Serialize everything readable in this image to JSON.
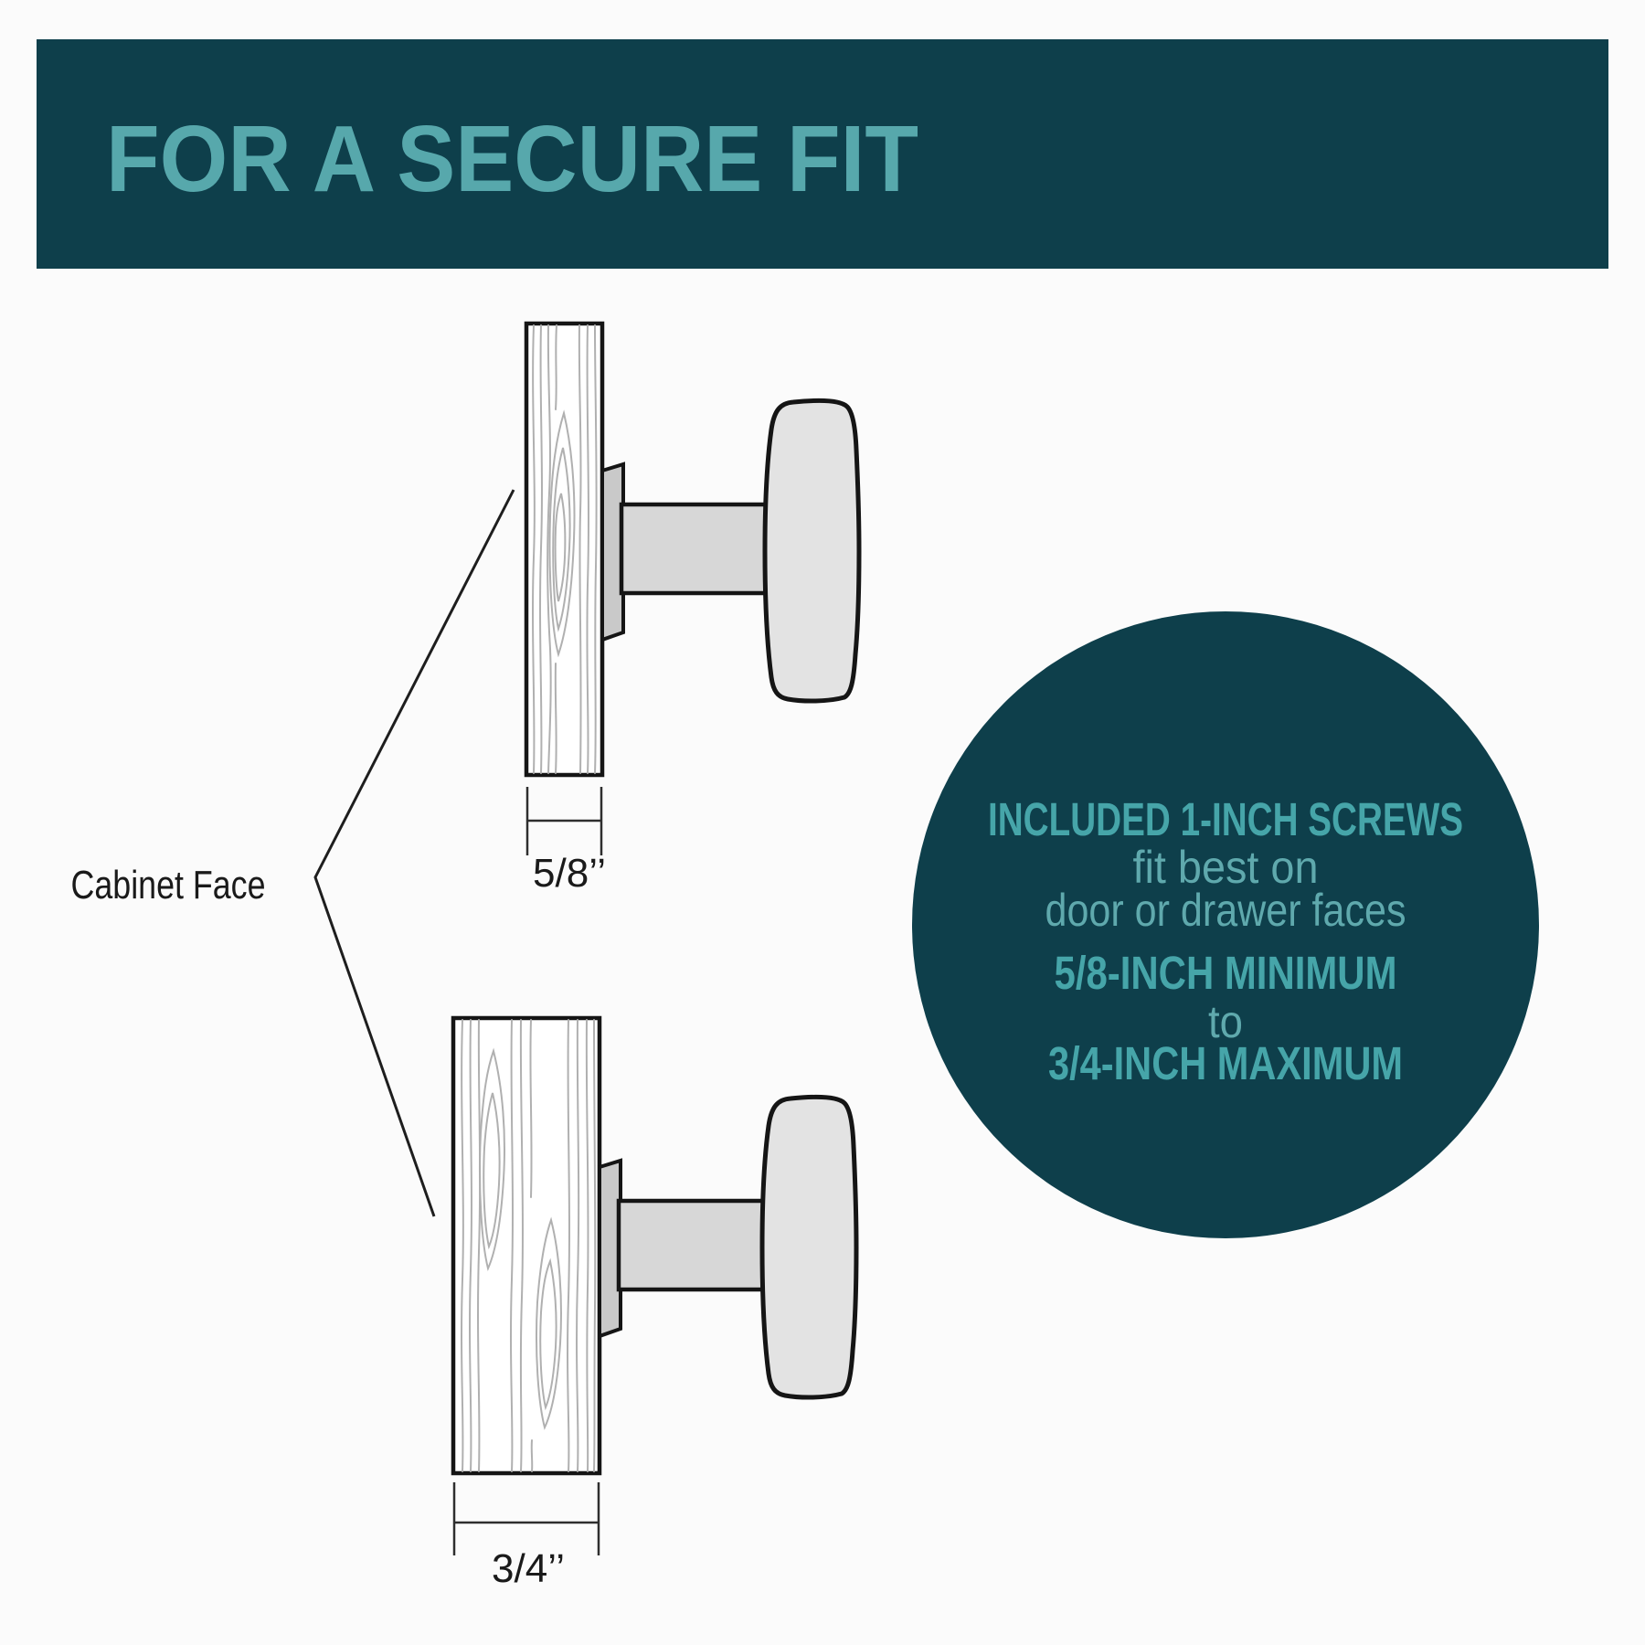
{
  "colors": {
    "page_bg": "#fbfbfb",
    "banner_bg": "#0e3f4b",
    "circle_bg": "#0e3f4b",
    "title_text": "#57a8ac",
    "circle_text_bold": "#46a5a9",
    "circle_text_light": "#5fa9ad",
    "outline": "#151515",
    "grain": "#b0b0b0",
    "knob_fill": "#e3e3e3",
    "stem_fill": "#d7d7d7",
    "plate_fill": "#c9c9c9",
    "label_text": "#1a1a1a"
  },
  "header": {
    "title": "FOR A SECURE FIT"
  },
  "diagram": {
    "cabinet_face_label": "Cabinet Face",
    "top_panel": {
      "thickness_label": "5/8’’"
    },
    "bottom_panel": {
      "thickness_label": "3/4’’"
    }
  },
  "info_circle": {
    "heading": "INCLUDED 1-INCH SCREWS",
    "line_fit": "fit best on",
    "line_faces": "door or drawer faces",
    "min_label": "5/8-INCH MINIMUM",
    "to_label": "to",
    "max_label": "3/4-INCH MAXIMUM"
  }
}
